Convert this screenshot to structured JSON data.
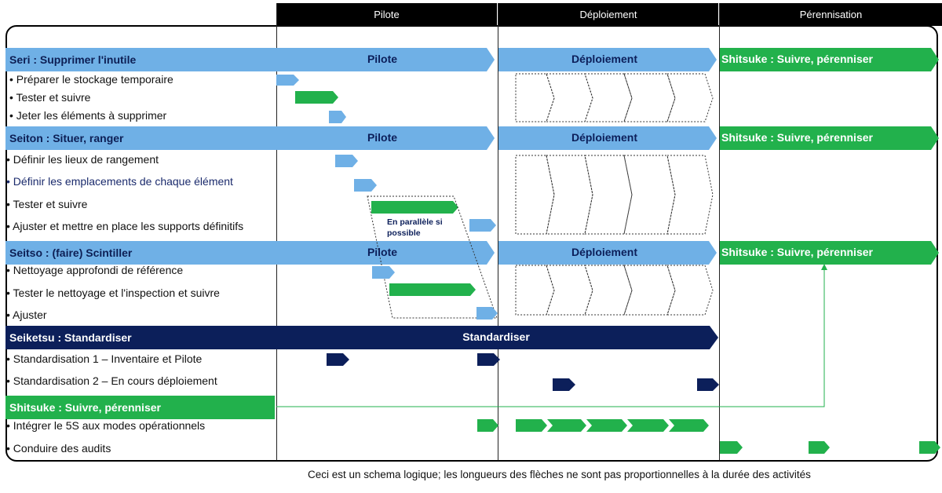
{
  "headers": [
    "Pilote",
    "Déploiement",
    "Pérennisation"
  ],
  "sections": {
    "seri": {
      "title": "Seri : Supprimer l'inutile",
      "pilote": "Pilote",
      "deploiement": "Déploiement",
      "perennisation": "Shitsuke : Suivre, pérenniser",
      "items": [
        "• Préparer le stockage temporaire",
        "• Tester et suivre",
        "• Jeter les éléments à supprimer"
      ]
    },
    "seiton": {
      "title": "Seiton : Situer, ranger",
      "pilote": "Pilote",
      "deploiement": "Déploiement",
      "perennisation": "Shitsuke : Suivre, pérenniser",
      "items": [
        "• Définir les lieux de rangement",
        "• Définir les emplacements de chaque élément",
        "• Tester et suivre",
        "• Ajuster et mettre en place les supports définitifs"
      ]
    },
    "seitso": {
      "title": "Seitso : (faire) Scintiller",
      "pilote": "Pilote",
      "deploiement": "Déploiement",
      "perennisation": "Shitsuke : Suivre, pérenniser",
      "items": [
        "• Nettoyage approfondi de référence",
        "• Tester le nettoyage et l'inspection et suivre",
        "• Ajuster"
      ]
    },
    "seiketsu": {
      "title": "Seiketsu : Standardiser",
      "bar": "Standardiser",
      "items": [
        "• Standardisation 1 – Inventaire et Pilote",
        "• Standardisation 2 – En cours déploiement"
      ]
    },
    "shitsuke": {
      "title": "Shitsuke : Suivre, pérenniser",
      "items": [
        "• Intégrer le 5S aux modes opérationnels",
        "• Conduire des audits"
      ]
    }
  },
  "parallel_note": "En parallèle si possible",
  "footer_note": "Ceci est un schema logique; les longueurs des flèches ne sont pas proportionnelles à la durée des activités",
  "colors": {
    "light_blue": "#6fb0e6",
    "navy": "#0c1f5a",
    "green": "#22b14c",
    "header": "#000000"
  }
}
